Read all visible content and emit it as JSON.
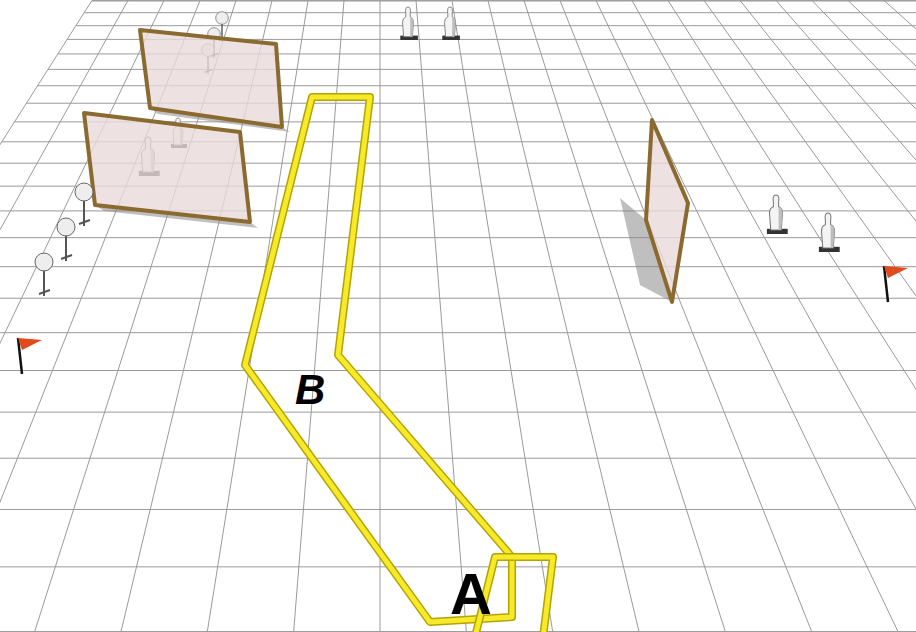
{
  "diagram": {
    "nodes": [
      {
        "text": [
          "B"
        ]
      },
      {
        "text": [
          "A"
        ],
        "in": 0
      }
    ]
  }
}
